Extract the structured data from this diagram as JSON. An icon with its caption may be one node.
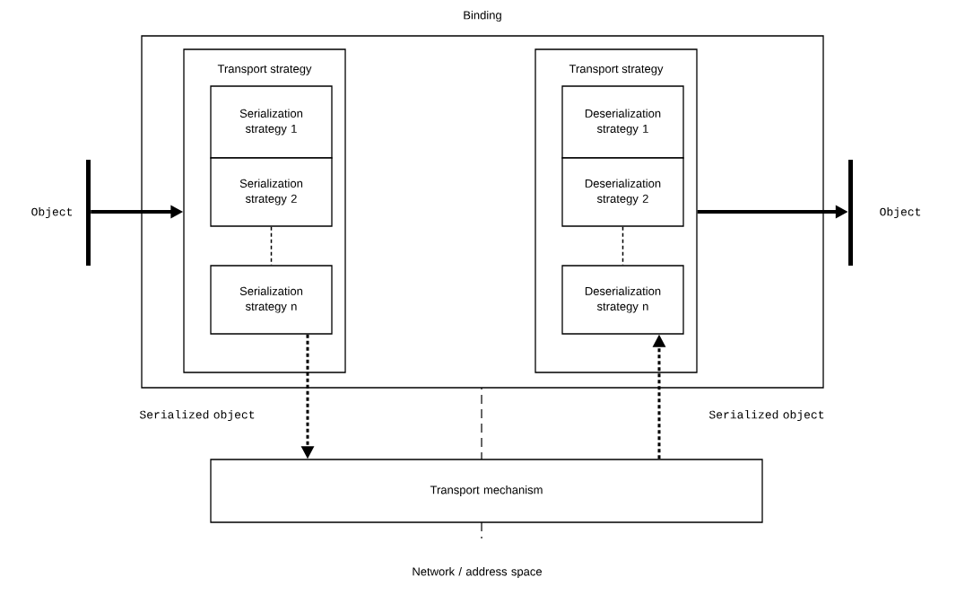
{
  "diagram": {
    "nodes": [
      {
        "text": [
          "Binding"
        ]
      },
      {
        "text": [
          "Transport strategy"
        ],
        "in": 0
      },
      {
        "text": [
          "Serialization strategy 1"
        ],
        "in": 1
      },
      {
        "text": [
          "Serialization strategy 2"
        ],
        "in": 1
      },
      {
        "text": [
          "Serialization strategy n"
        ],
        "in": 1
      },
      {
        "text": [
          "Transport strategy"
        ],
        "in": 0
      },
      {
        "text": [
          "Deserialization strategy 1"
        ],
        "in": 5
      },
      {
        "text": [
          "Deserialization strategy 2"
        ],
        "in": 5
      },
      {
        "text": [
          "Deserialization strategy n"
        ],
        "in": 5
      },
      {
        "text": [],
        "shape": "bar",
        "beside": [
          "Object"
        ]
      },
      {
        "text": [],
        "shape": "bar",
        "beside": [
          "Object"
        ]
      },
      {
        "text": [
          "Transport mechanism"
        ]
      }
    ],
    "edges": [
      {
        "from": 9,
        "to": 1,
        "arrow": "to"
      },
      {
        "from": 5,
        "to": 10,
        "arrow": "to"
      },
      {
        "from": 3,
        "to": 4,
        "arrow": "none",
        "style": "dashed"
      },
      {
        "from": 7,
        "to": 8,
        "arrow": "none",
        "style": "dashed"
      },
      {
        "from": 4,
        "to": 11,
        "arrow": "to",
        "style": "dashed"
      },
      {
        "from": 11,
        "to": 8,
        "arrow": "to",
        "style": "dashed"
      }
    ],
    "labels": [
      "Serialized object",
      "Serialized object",
      "Network / address space"
    ]
  }
}
